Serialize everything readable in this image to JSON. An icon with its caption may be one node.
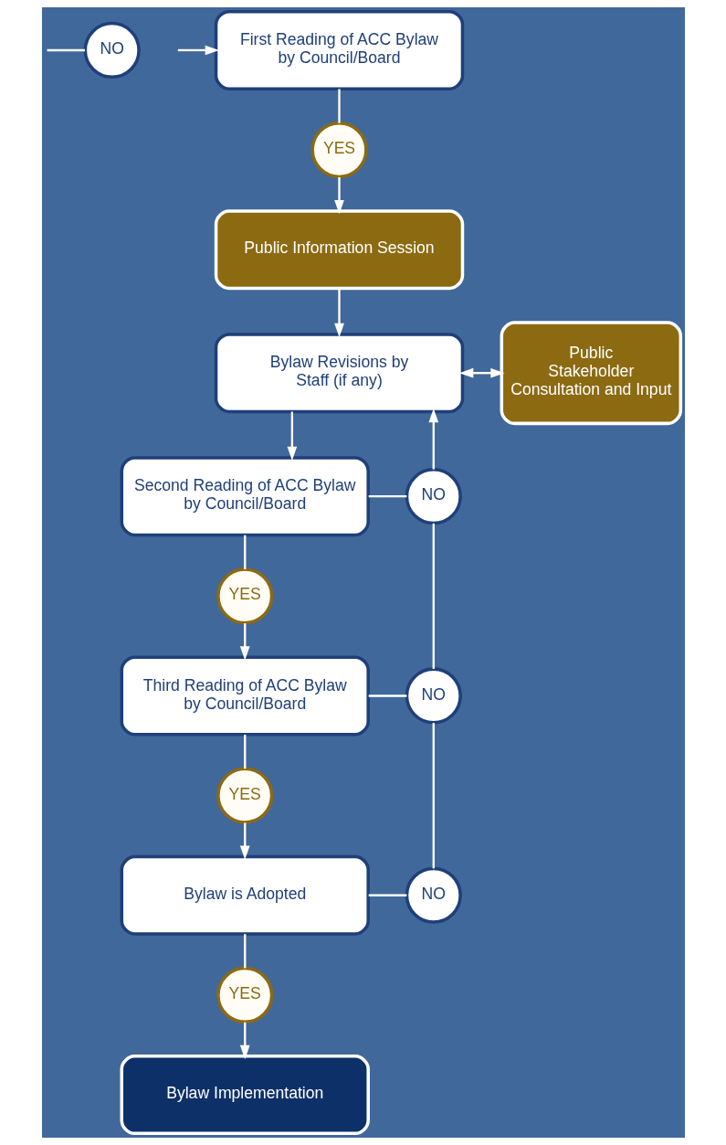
{
  "diagram": {
    "nodes": [
      {
        "text": [
          "NO"
        ]
      },
      {
        "text": [
          "First Reading of ACC Bylaw by Council/Board"
        ]
      },
      {
        "text": [
          "YES"
        ]
      },
      {
        "text": [
          "Public Information Session"
        ]
      },
      {
        "text": [
          "Bylaw Revisions by Staff (if any)"
        ]
      },
      {
        "text": [
          "Public Stakeholder Consultation and Input"
        ]
      },
      {
        "text": [
          "NO"
        ]
      },
      {
        "text": [
          "Second Reading of ACC Bylaw by Council/Board"
        ]
      },
      {
        "text": [
          "YES"
        ]
      },
      {
        "text": [
          "NO"
        ]
      },
      {
        "text": [
          "Third Reading of ACC Bylaw by Council/Board"
        ]
      },
      {
        "text": [
          "YES"
        ]
      },
      {
        "text": [
          "NO"
        ]
      },
      {
        "text": [
          "Bylaw is Adopted"
        ]
      },
      {
        "text": [
          "YES"
        ]
      },
      {
        "text": [
          "Bylaw Implementation"
        ]
      }
    ],
    "edges": [
      {
        "from": null,
        "to": 0,
        "arrow": "none"
      },
      {
        "from": null,
        "to": 1,
        "arrow": "to"
      },
      {
        "from": 1,
        "to": 2,
        "arrow": "none"
      },
      {
        "from": 2,
        "to": 3,
        "arrow": "to"
      },
      {
        "from": 3,
        "to": 4,
        "arrow": "to"
      },
      {
        "from": 4,
        "to": 5,
        "arrow": "both"
      },
      {
        "from": 4,
        "to": 7,
        "arrow": "to"
      },
      {
        "from": 7,
        "to": 6,
        "arrow": "none"
      },
      {
        "from": 6,
        "to": 4,
        "arrow": "to"
      },
      {
        "from": 7,
        "to": 8,
        "arrow": "none"
      },
      {
        "from": 8,
        "to": 10,
        "arrow": "to"
      },
      {
        "from": 10,
        "to": 9,
        "arrow": "none"
      },
      {
        "from": 9,
        "to": 6,
        "arrow": "none"
      },
      {
        "from": 10,
        "to": 11,
        "arrow": "none"
      },
      {
        "from": 11,
        "to": 13,
        "arrow": "to"
      },
      {
        "from": 13,
        "to": 12,
        "arrow": "none"
      },
      {
        "from": 12,
        "to": 9,
        "arrow": "none"
      },
      {
        "from": 13,
        "to": 14,
        "arrow": "none"
      },
      {
        "from": 14,
        "to": 15,
        "arrow": "to"
      }
    ]
  }
}
